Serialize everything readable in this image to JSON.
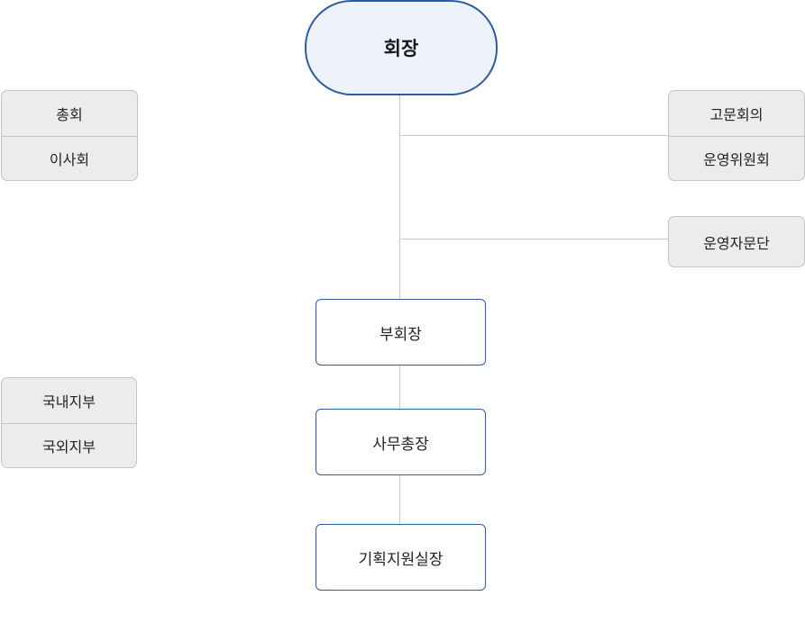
{
  "chart": {
    "root": "회장",
    "left_groups": [
      {
        "items": [
          "총회",
          "이사회"
        ]
      },
      {
        "items": [
          "국내지부",
          "국외지부"
        ]
      }
    ],
    "right_groups": [
      {
        "items": [
          "고문회의",
          "운영위원회"
        ]
      },
      {
        "items": [
          "운영자문단"
        ]
      }
    ],
    "chain": [
      "부회장",
      "사무총장",
      "기획지원실장"
    ]
  },
  "colors": {
    "root_fill": "#eef3fb",
    "root_border": "#2d5aa8",
    "box_border": "#2d5aa8",
    "side_fill": "#ececec",
    "line": "#c8c8c8"
  }
}
